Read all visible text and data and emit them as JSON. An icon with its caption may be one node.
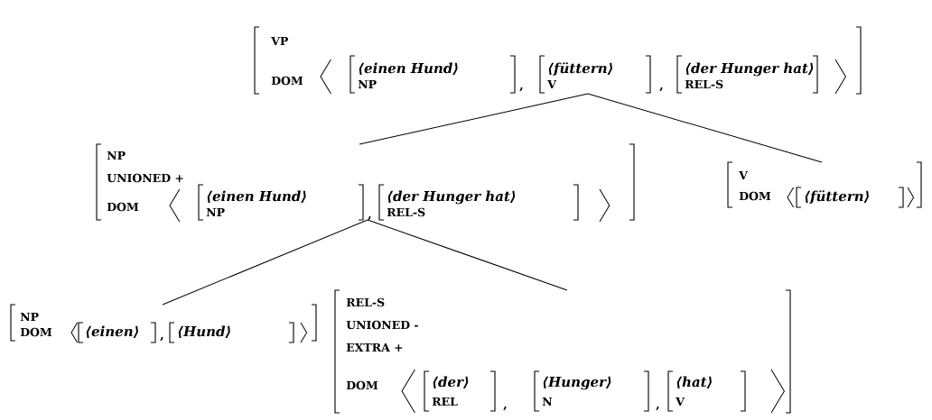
{
  "diagram": {
    "nodes": [
      {
        "text": [
          "VP",
          "DOM"
        ]
      },
      {
        "text": [
          "⟨einen Hund⟩",
          "NP"
        ],
        "in": 0
      },
      {
        "text": [
          "⟨füttern⟩",
          "V"
        ],
        "in": 0
      },
      {
        "text": [
          "⟨der Hunger hat⟩",
          "REL-S"
        ],
        "in": 0
      },
      {
        "text": [
          "NP",
          "UNIONED +",
          "DOM"
        ]
      },
      {
        "text": [
          "⟨einen Hund⟩",
          "NP"
        ],
        "in": 4
      },
      {
        "text": [
          "⟨der Hunger hat⟩",
          "REL-S"
        ],
        "in": 4
      },
      {
        "text": [
          "V",
          "DOM"
        ]
      },
      {
        "text": [
          "⟨füttern⟩"
        ],
        "in": 7
      },
      {
        "text": [
          "NP",
          "DOM"
        ]
      },
      {
        "text": [
          "⟨einen⟩"
        ],
        "in": 9
      },
      {
        "text": [
          "⟨Hund⟩"
        ],
        "in": 9
      },
      {
        "text": [
          "REL-S",
          "UNIONED -",
          "EXTRA +",
          "DOM"
        ]
      },
      {
        "text": [
          "⟨der⟩",
          "REL"
        ],
        "in": 12
      },
      {
        "text": [
          "⟨Hunger⟩",
          "N"
        ],
        "in": 12
      },
      {
        "text": [
          "⟨hat⟩",
          "V"
        ],
        "in": 12
      }
    ],
    "edges": [
      {
        "from": 0,
        "to": 4,
        "arrow": "none"
      },
      {
        "from": 0,
        "to": 7,
        "arrow": "none"
      },
      {
        "from": 4,
        "to": 9,
        "arrow": "none"
      },
      {
        "from": 4,
        "to": 12,
        "arrow": "none"
      }
    ],
    "labels": [
      ",",
      ",",
      ",",
      ",",
      ",",
      ","
    ]
  }
}
